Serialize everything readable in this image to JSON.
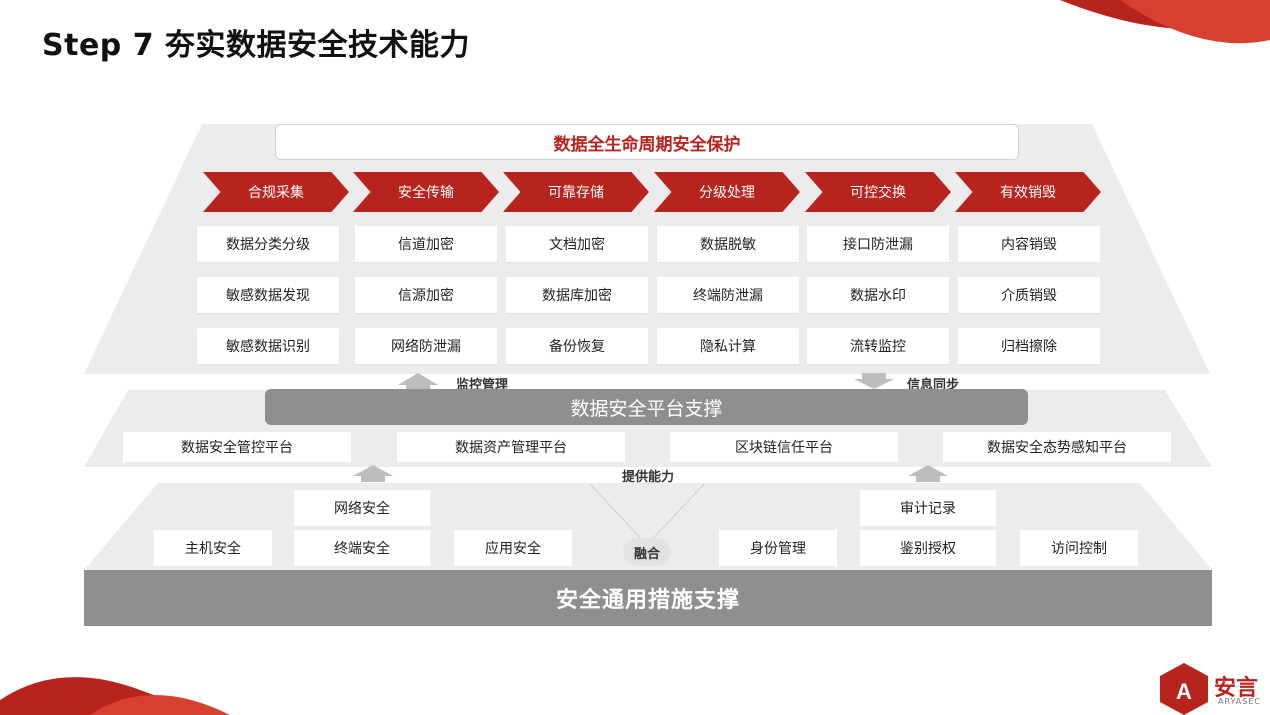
{
  "title": "Step 7  夯实数据安全技术能力",
  "lifecycle": {
    "banner": "数据全生命周期安全保护",
    "stages": [
      {
        "label": "合规采集",
        "items": [
          "数据分类分级",
          "敏感数据发现",
          "敏感数据识别"
        ]
      },
      {
        "label": "安全传输",
        "items": [
          "信道加密",
          "信源加密",
          "网络防泄漏"
        ]
      },
      {
        "label": "可靠存储",
        "items": [
          "文档加密",
          "数据库加密",
          "备份恢复"
        ]
      },
      {
        "label": "分级处理",
        "items": [
          "数据脱敏",
          "终端防泄漏",
          "隐私计算"
        ]
      },
      {
        "label": "可控交换",
        "items": [
          "接口防泄漏",
          "数据水印",
          "流转监控"
        ]
      },
      {
        "label": "有效销毁",
        "items": [
          "内容销毁",
          "介质销毁",
          "归档擦除"
        ]
      }
    ]
  },
  "flows": {
    "monitor": "监控管理",
    "sync": "信息同步",
    "provide": "提供能力"
  },
  "platform": {
    "title": "数据安全平台支撑",
    "items": [
      "数据安全管控平台",
      "数据资产管理平台",
      "区块链信任平台",
      "数据安全态势感知平台"
    ]
  },
  "security": {
    "left_top": "网络安全",
    "left_items": [
      "主机安全",
      "终端安全",
      "应用安全"
    ],
    "fusion": "融合",
    "right_top": "审计记录",
    "right_items": [
      "身份管理",
      "鉴别授权",
      "访问控制"
    ],
    "base": "安全通用措施支撑"
  },
  "logo": {
    "text": "安言",
    "sub": "ARYASEC"
  },
  "colors": {
    "accent": "#b7231d",
    "bar_gray": "#8f8f8f",
    "layer_gray": "#ececec"
  }
}
